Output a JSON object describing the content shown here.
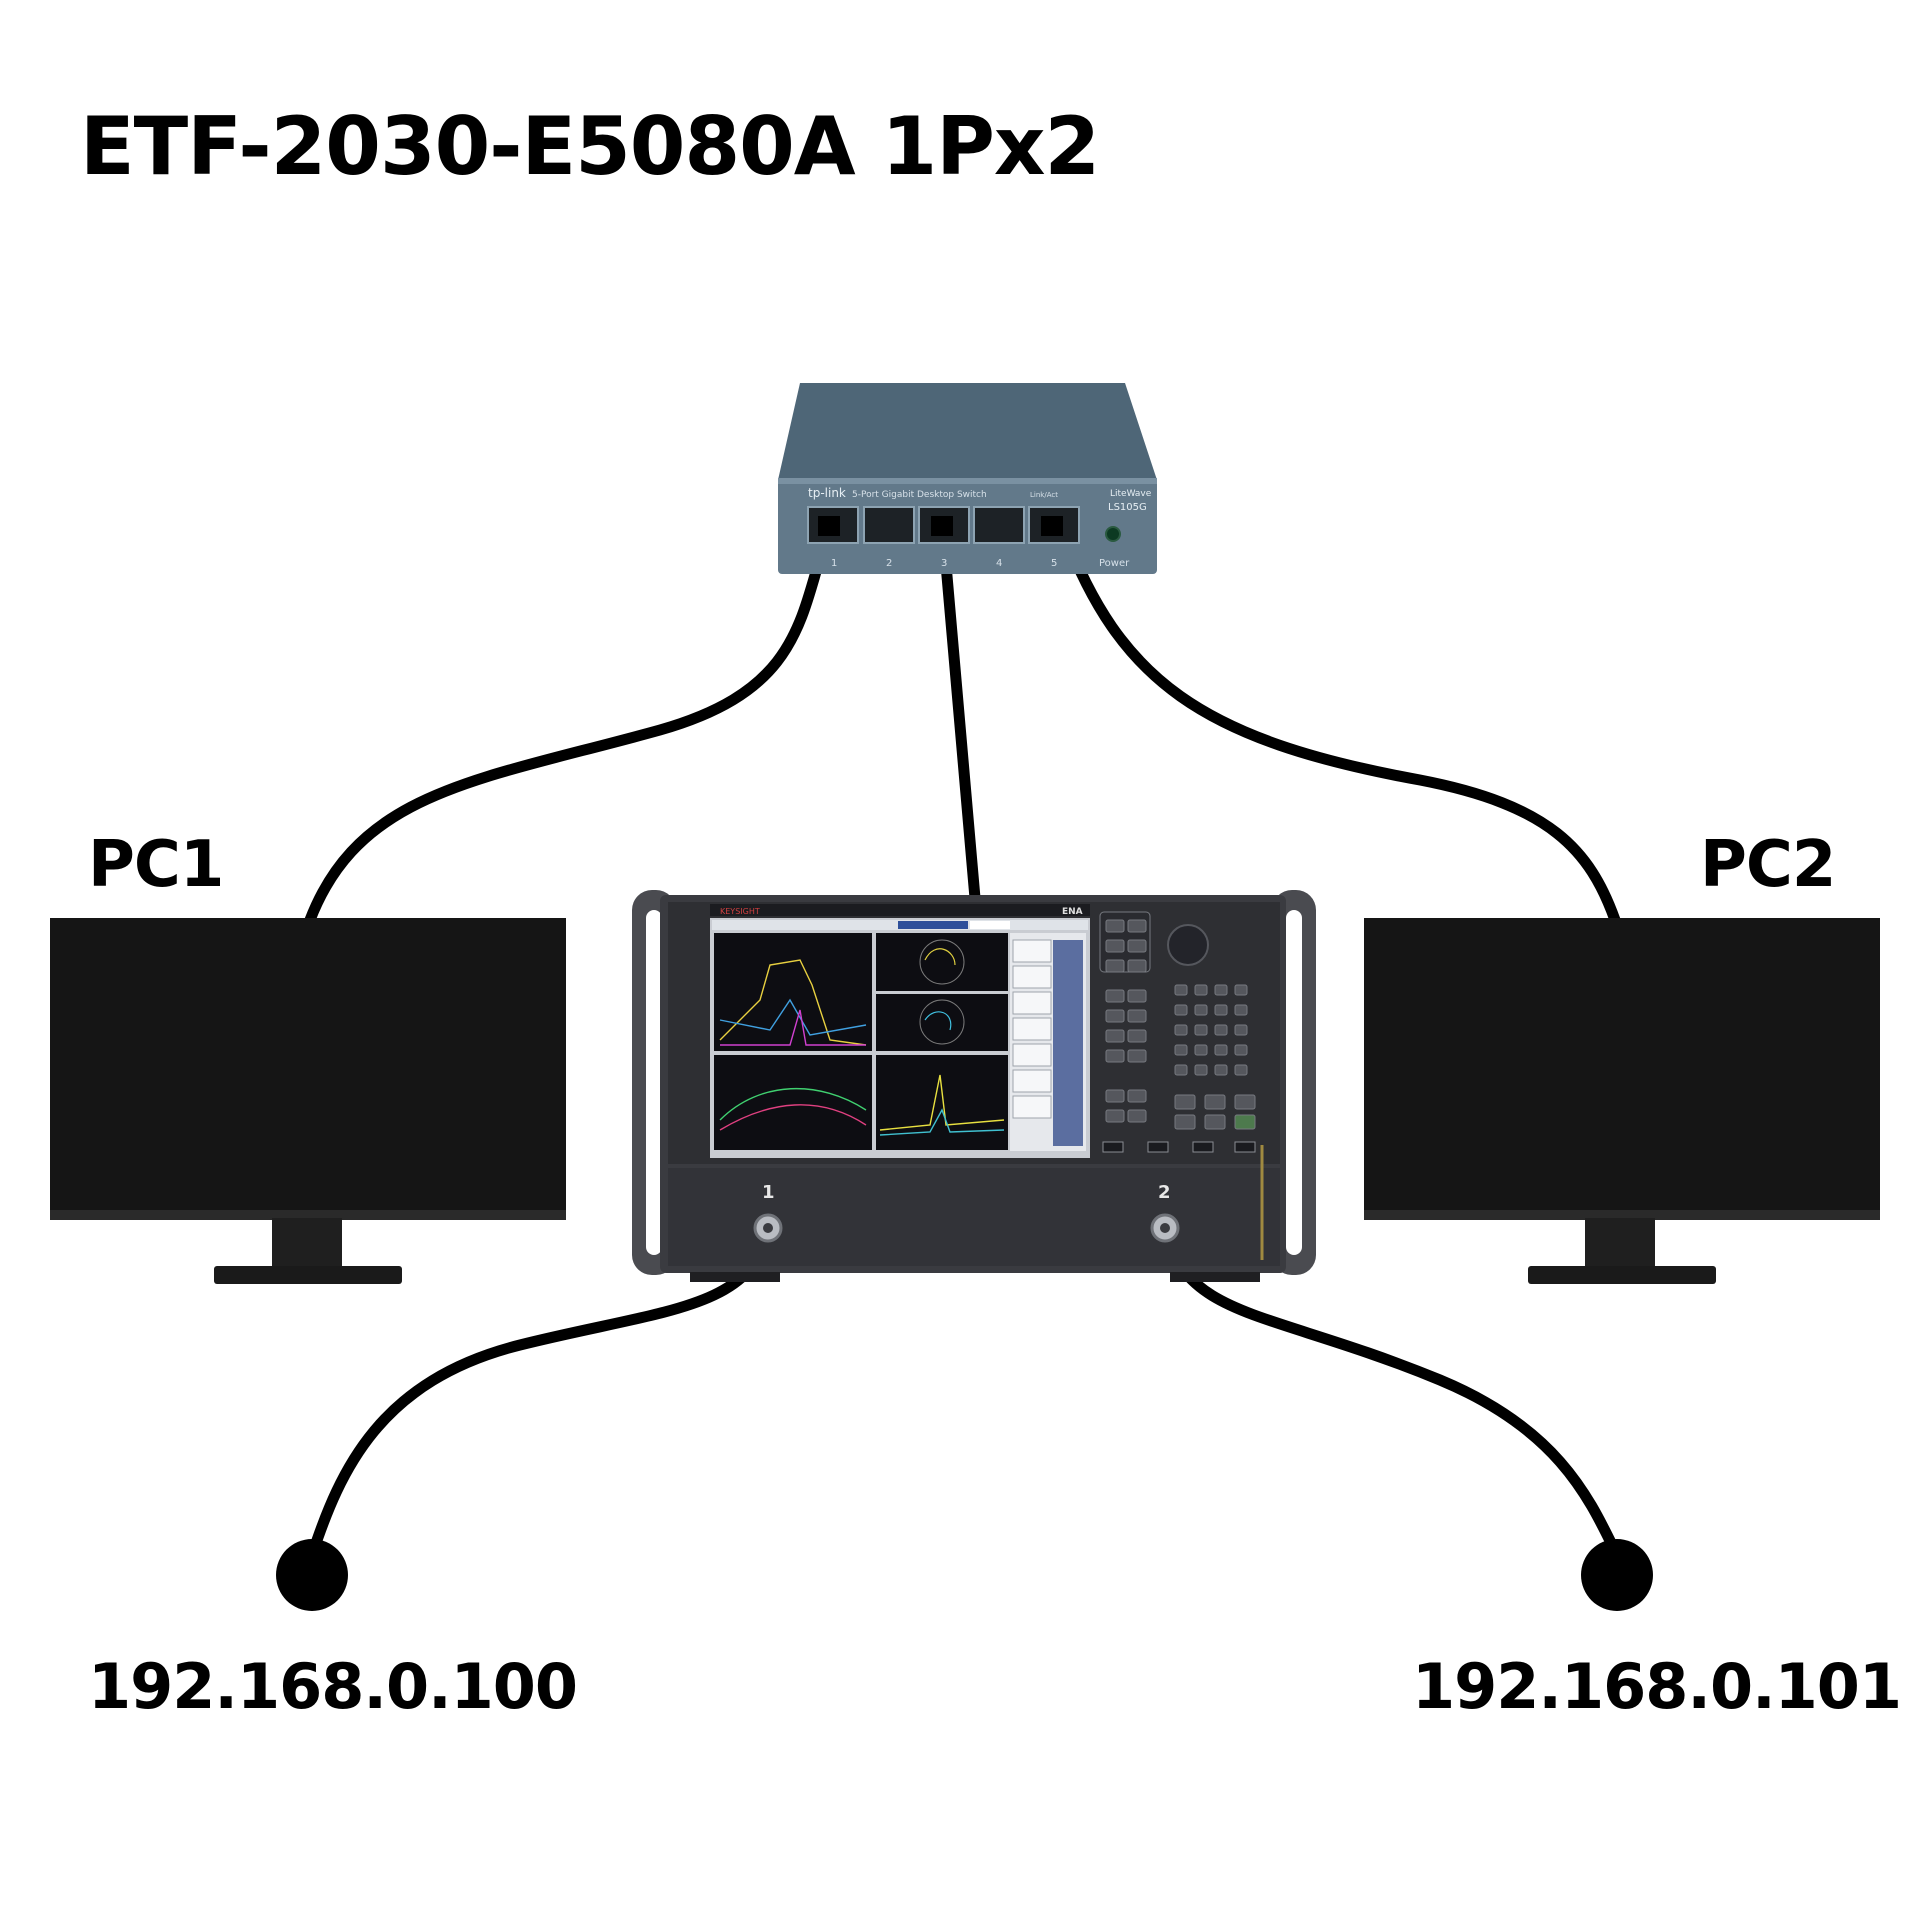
{
  "title": "ETF-2030-E5080A  1Px2",
  "pc_labels": {
    "pc1": "PC1",
    "pc2": "PC2"
  },
  "ip_addresses": {
    "left": "192.168.0.100",
    "right": "192.168.0.101"
  },
  "switch": {
    "brand": "tp-link",
    "description": "5-Port Gigabit Desktop Switch",
    "model": "LS105G",
    "series": "LiteWave",
    "port_numbers": [
      "1",
      "2",
      "3",
      "4",
      "5"
    ],
    "power_label": "Power",
    "link_label": "Link/Act"
  },
  "analyzer": {
    "brand": "KEYSIGHT",
    "model_line": "ENA",
    "port_labels": [
      "1",
      "2"
    ]
  },
  "colors": {
    "cable": "#000000",
    "switch_body": "#566f80",
    "monitor_bezel": "#151515",
    "analyzer_body": "#3a3b40"
  }
}
